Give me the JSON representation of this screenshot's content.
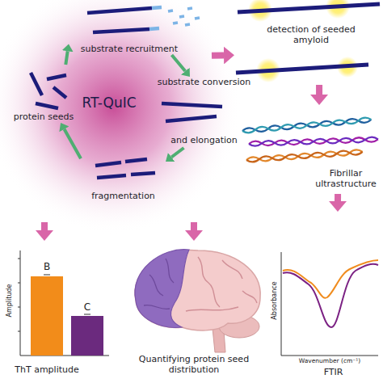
{
  "diagram": {
    "nodes": [
      {
        "text": [
          "RT-QuIC"
        ]
      },
      {
        "text": [
          "substrate recruitment"
        ],
        "in": 0
      },
      {
        "text": [
          "substrate conversion",
          "and elongation"
        ],
        "in": 0
      },
      {
        "text": [
          "fragmentation"
        ],
        "in": 0
      },
      {
        "text": [
          "protein seeds"
        ],
        "in": 0
      },
      {
        "text": [
          "detection of seeded amyloid"
        ]
      },
      {
        "text": [
          "Fibrillar ultrastructure"
        ]
      },
      {
        "text": [
          "ThT amplitude"
        ]
      },
      {
        "text": [
          "Quantifying protein seed distribution"
        ]
      },
      {
        "text": [
          "FTIR"
        ]
      }
    ],
    "edges": [
      {
        "from": 4,
        "to": 1,
        "arrow": "to"
      },
      {
        "from": 1,
        "to": 2,
        "arrow": "to"
      },
      {
        "from": 2,
        "to": 3,
        "arrow": "to"
      },
      {
        "from": 3,
        "to": 4,
        "arrow": "to"
      },
      {
        "from": 0,
        "to": 5,
        "arrow": "to"
      },
      {
        "from": 5,
        "to": 6,
        "arrow": "to"
      },
      {
        "from": 6,
        "to": 9,
        "arrow": "to"
      },
      {
        "from": 0,
        "to": 7,
        "arrow": "to"
      },
      {
        "from": 0,
        "to": 8,
        "arrow": "to"
      }
    ],
    "labels": [
      "B",
      "C",
      "Amplitude",
      "Absorbance",
      "Wavenumber (cm⁻¹)"
    ]
  }
}
